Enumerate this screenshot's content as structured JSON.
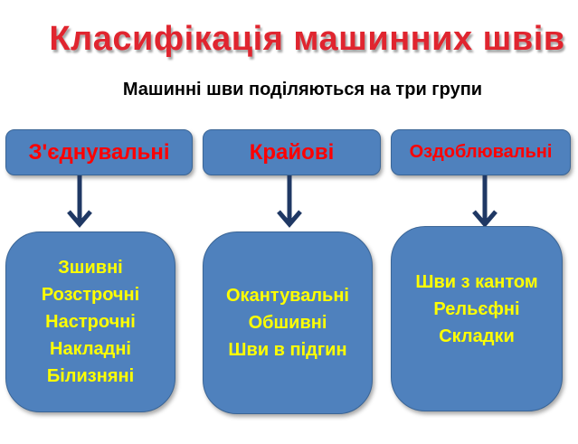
{
  "title": "Класифікація машинних швів",
  "subtitle": "Машинні шви поділяються на три групи",
  "colors": {
    "title": "#e0252f",
    "box_fill": "#4f81bd",
    "box_border": "#3a6596",
    "header_text": "#ff0000",
    "item_text": "#ffff00",
    "arrow": "#1f3864"
  },
  "groups": [
    {
      "name": "З'єднувальні",
      "items": [
        "Зшивні",
        "Розстрочні",
        "Настрочні",
        "Накладні",
        "Білизняні"
      ]
    },
    {
      "name": "Крайові",
      "items": [
        "Окантувальні",
        "Обшивні",
        "Шви в підгин"
      ]
    },
    {
      "name": "Оздоблювальні",
      "items": [
        "Шви з кантом",
        "Рельєфні",
        "Складки"
      ]
    }
  ]
}
